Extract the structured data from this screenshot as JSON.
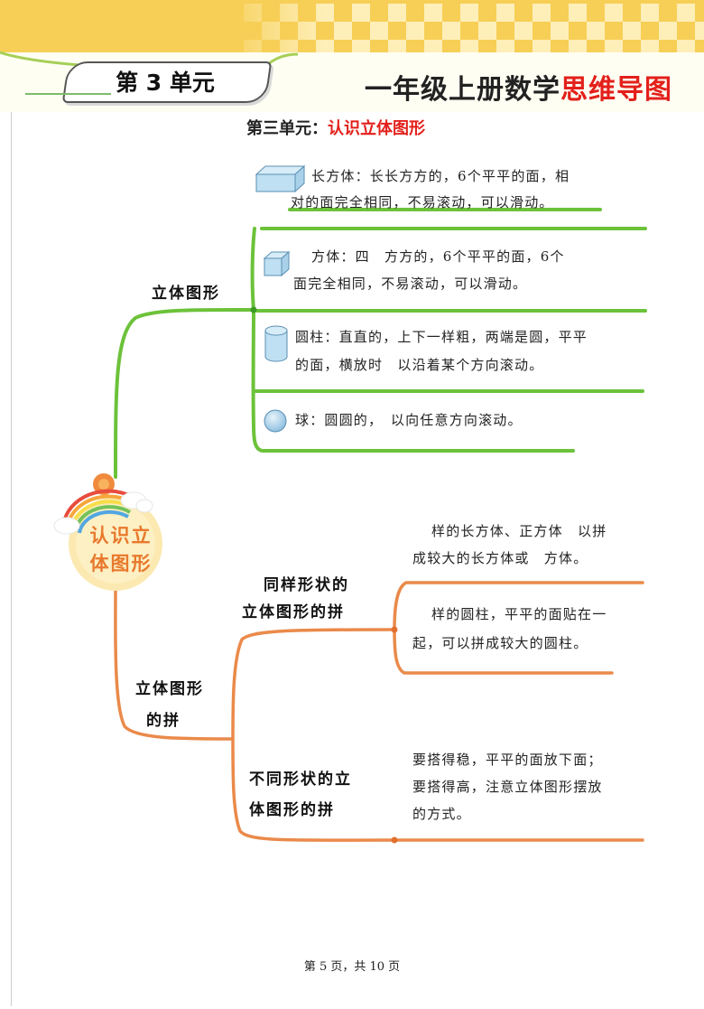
{
  "header": {
    "unit_label": "第 3 单元",
    "title_black": "一年级上册数学",
    "title_red": "思维导图"
  },
  "section_heading": {
    "prefix": "第三单元：",
    "topic": "认识立体图形"
  },
  "mindmap": {
    "root": {
      "line1": "认识立",
      "line2": "体图形"
    },
    "branch_shapes": {
      "label": "立体图形",
      "color": "#6cc23a",
      "leaves": [
        {
          "icon": "cuboid-icon",
          "line1": "长方体：长长方方的，6个平平的面，相",
          "line2": "对的面完全相同，不易滚动，可以滑动。"
        },
        {
          "icon": "cube-icon",
          "line1": "方体：四　方方的，6个平平的面，6个",
          "line2": "面完全相同，不易滚动，可以滑动。"
        },
        {
          "icon": "cylinder-icon",
          "line1": "圆柱：直直的，上下一样粗，两端是圆，平平",
          "line2": "的面，横放时　以沿着某个方向滚动。"
        },
        {
          "icon": "sphere-icon",
          "line1": "球：圆圆的，　以向任意方向滚动。",
          "line2": ""
        }
      ]
    },
    "branch_build": {
      "label_line1": "立体图形",
      "label_line2": "的拼",
      "color": "#ea8a4a",
      "sub_same": {
        "label_line1": "同样形状的",
        "label_line2": "立体图形的拼",
        "leaves": [
          {
            "line1": "样的长方体、正方体　以拼",
            "line2": "成较大的长方体或　方体。"
          },
          {
            "line1": "样的圆柱，平平的面贴在一",
            "line2": "起，可以拼成较大的圆柱。"
          }
        ]
      },
      "sub_diff": {
        "label_line1": "不同形状的立",
        "label_line2": "体图形的拼",
        "leaves": [
          {
            "line1": "要搭得稳，平平的面放下面；",
            "line2": "要搭得高，注意立体图形摆放",
            "line3": "的方式。"
          }
        ]
      }
    }
  },
  "footer": {
    "text": "第 5 页，共 10 页"
  }
}
